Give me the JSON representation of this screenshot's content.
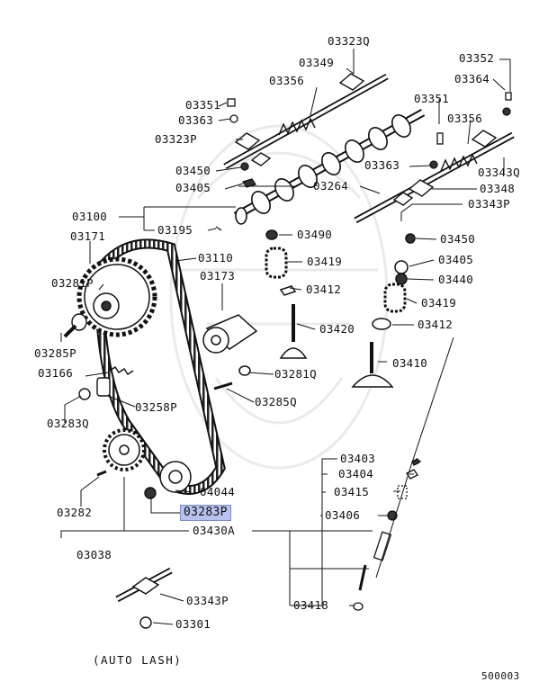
{
  "diagram": {
    "parts": {
      "p03323Q": "03323Q",
      "p03349": "03349",
      "p03356a": "03356",
      "p03351a": "03351",
      "p03363a": "03363",
      "p03323P": "03323P",
      "p03450a": "03450",
      "p03405a": "03405",
      "p03100": "03100",
      "p03195": "03195",
      "p03171": "03171",
      "p03281P": "03281P",
      "p03285P": "03285P",
      "p03166": "03166",
      "p03283Q": "03283Q",
      "p03258P": "03258P",
      "p03110": "03110",
      "p03173": "03173",
      "p03281Q": "03281Q",
      "p03285Q": "03285Q",
      "p03282": "03282",
      "p03038": "03038",
      "p04044": "04044",
      "p03283P": "03283P",
      "p03430A": "03430A",
      "p03352": "03352",
      "p03364": "03364",
      "p03351b": "03351",
      "p03356b": "03356",
      "p03363b": "03363",
      "p03343Q": "03343Q",
      "p03348": "03348",
      "p03264": "03264",
      "p03343Pa": "03343P",
      "p03490": "03490",
      "p03419a": "03419",
      "p03412a": "03412",
      "p03420": "03420",
      "p03450b": "03450",
      "p03405b": "03405",
      "p03440": "03440",
      "p03419b": "03419",
      "p03412b": "03412",
      "p03410": "03410",
      "p03403": "03403",
      "p03404": "03404",
      "p03415": "03415",
      "p03406": "03406",
      "p03418": "03418",
      "p03343Pb": "03343P",
      "p03301": "03301"
    },
    "highlighted_part": "03283P",
    "caption": "(AUTO  LASH)",
    "diagram_code": "500003"
  }
}
